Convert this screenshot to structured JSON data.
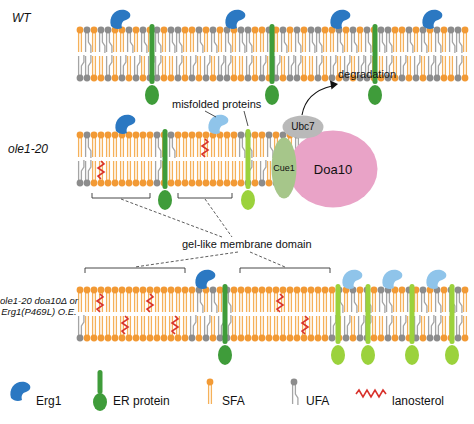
{
  "diagram": {
    "nodes": [
      {
        "text": [
          "Ubc7"
        ]
      },
      {
        "text": [
          "Cue1"
        ]
      },
      {
        "text": [
          "Doa10"
        ]
      }
    ],
    "labels": [
      "WT",
      "degradation",
      "misfolded proteins",
      "ole1-20",
      "gel-like membrane domain",
      "ole1-20 doa10Δ or Erg1(P469L) O.E."
    ],
    "legend": [
      {
        "text": "Erg1"
      },
      {
        "text": "ER protein"
      },
      {
        "text": "SFA"
      },
      {
        "text": "UFA"
      },
      {
        "text": "lanosterol"
      }
    ]
  }
}
